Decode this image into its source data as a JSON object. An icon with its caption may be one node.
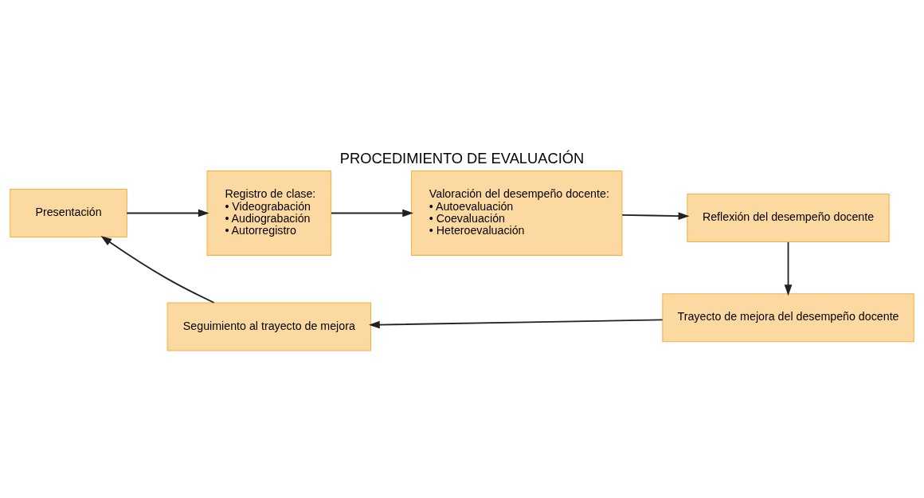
{
  "diagram": {
    "title": "PROCEDIMIENTO DE EVALUACIÓN",
    "nodes": [
      {
        "text": [
          "Presentación"
        ]
      },
      {
        "text": [
          "Registro de clase:",
          "• Videograbación",
          "• Audiograbación",
          "• Autorregistro"
        ]
      },
      {
        "text": [
          "Valoración del desempeño docente:",
          "• Autoevaluación",
          "• Coevaluación",
          "• Heteroevaluación"
        ]
      },
      {
        "text": [
          "Reflexión del desempeño docente"
        ]
      },
      {
        "text": [
          "Trayecto de mejora del desempeño docente"
        ]
      },
      {
        "text": [
          "Seguimiento al trayecto de mejora"
        ]
      }
    ],
    "edges": [
      {
        "from": 0,
        "to": 1,
        "arrow": "to"
      },
      {
        "from": 1,
        "to": 2,
        "arrow": "to"
      },
      {
        "from": 2,
        "to": 3,
        "arrow": "to"
      },
      {
        "from": 3,
        "to": 4,
        "arrow": "to"
      },
      {
        "from": 4,
        "to": 5,
        "arrow": "to"
      },
      {
        "from": 5,
        "to": 0,
        "arrow": "to"
      }
    ]
  }
}
